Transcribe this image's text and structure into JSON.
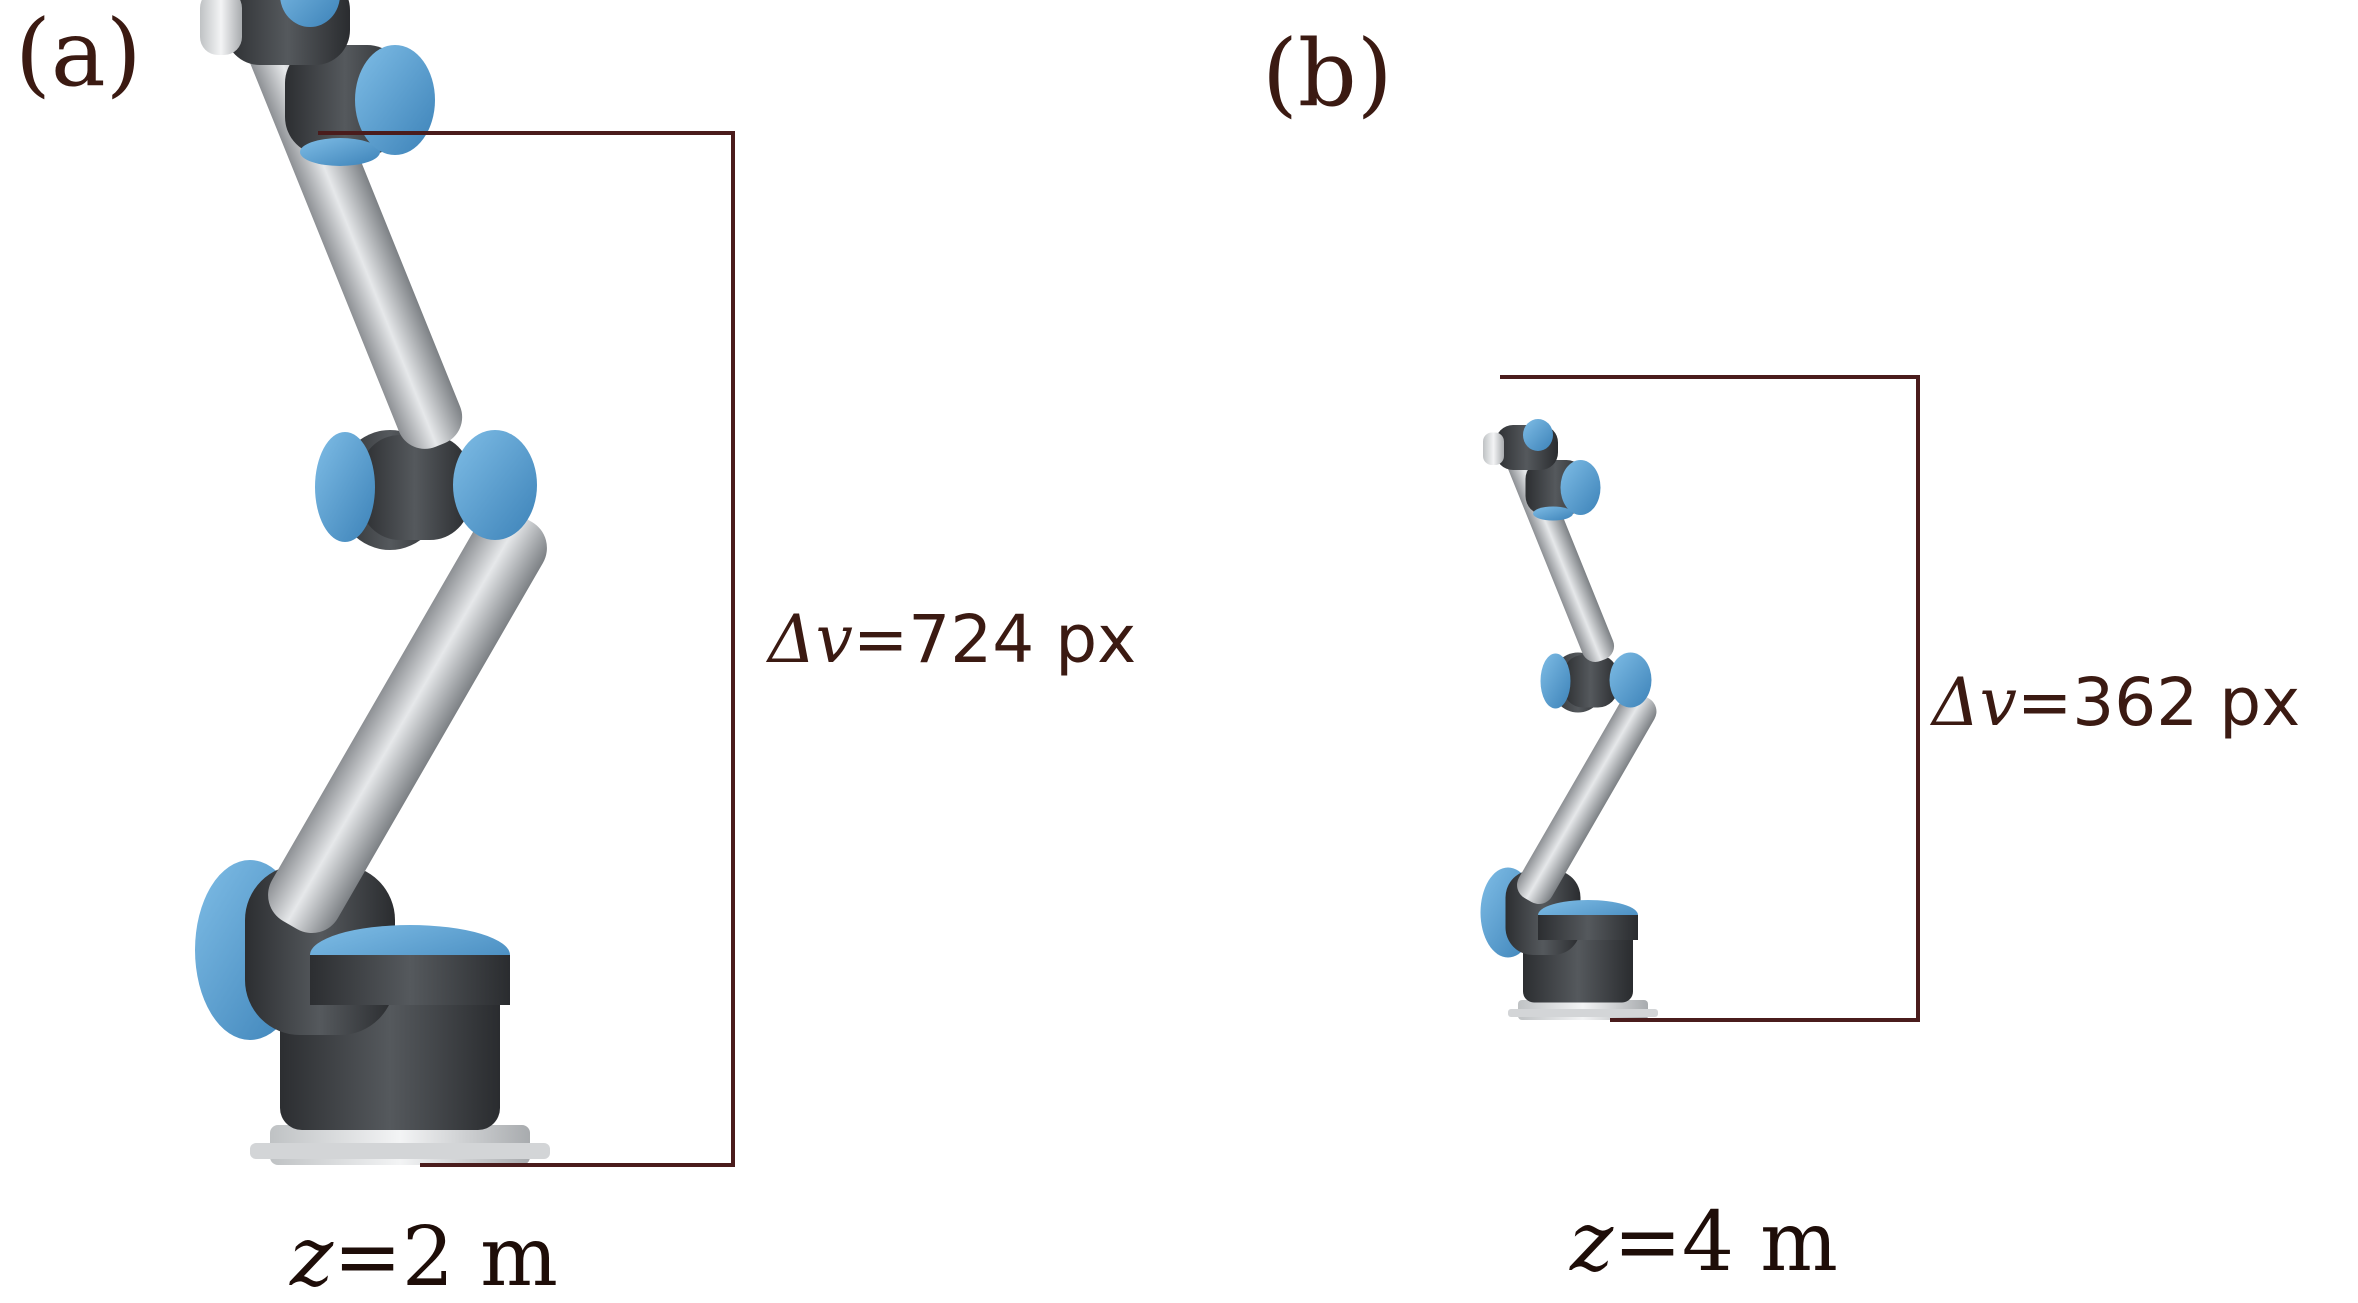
{
  "panels": [
    {
      "label": "(a)",
      "delta_symbol": "Δv",
      "delta_value": "=724 px",
      "z_symbol": "z",
      "z_value": "=2 m"
    },
    {
      "label": "(b)",
      "delta_symbol": "Δv",
      "delta_value": "=362 px",
      "z_symbol": "z",
      "z_value": "=4 m"
    }
  ],
  "colors": {
    "bracket": "#4a1c1c",
    "text": "#3b1a12",
    "joint_cap": "#5a9fd1",
    "joint_body": "#3e4145",
    "link": "#b9bcbf"
  }
}
